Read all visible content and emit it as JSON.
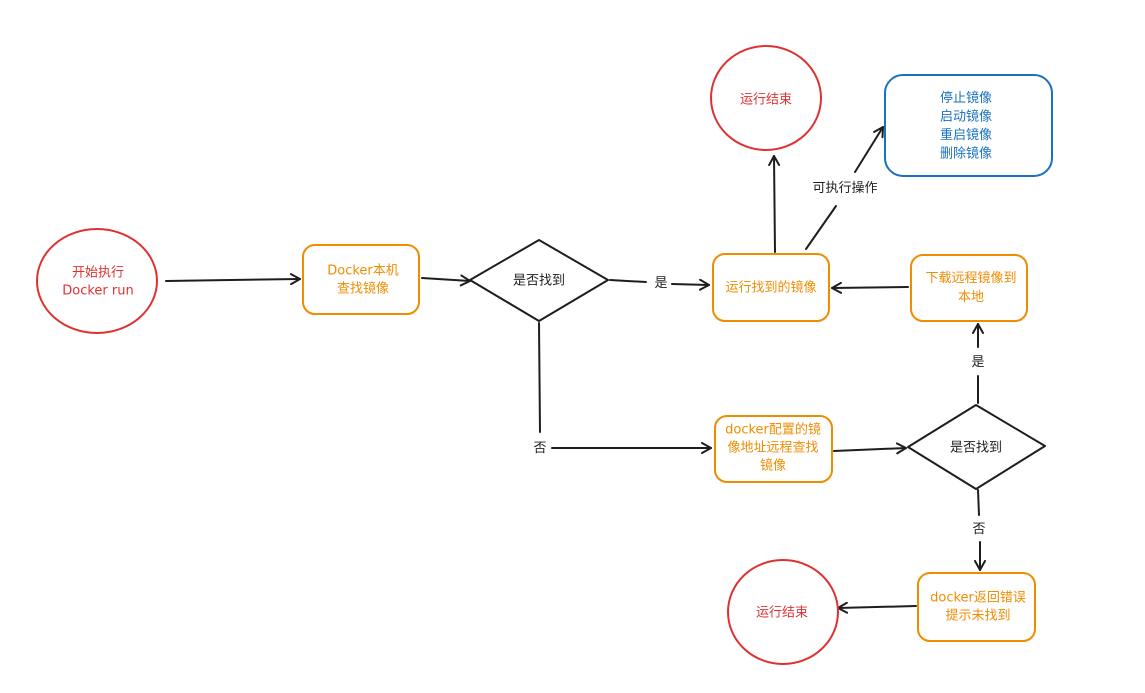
{
  "colors": {
    "red": "#e03131",
    "orange": "#f08c00",
    "blue": "#1971c2",
    "black": "#1e1e1e"
  },
  "nodes": {
    "start": {
      "lines": [
        "开始执行",
        "Docker run"
      ]
    },
    "local_search": {
      "lines": [
        "Docker本机",
        "查找镜像"
      ]
    },
    "found_decision_1": {
      "lines": [
        "是否找到"
      ]
    },
    "run_image": {
      "lines": [
        "运行找到的镜像"
      ]
    },
    "end_top": {
      "lines": [
        "运行结束"
      ]
    },
    "operations": {
      "lines": [
        "停止镜像",
        "启动镜像",
        "重启镜像",
        "删除镜像"
      ]
    },
    "download": {
      "lines": [
        "下载远程镜像到",
        "本地"
      ]
    },
    "remote_search": {
      "lines": [
        "docker配置的镜",
        "像地址远程查找",
        "镜像"
      ]
    },
    "found_decision_2": {
      "lines": [
        "是否找到"
      ]
    },
    "error": {
      "lines": [
        "docker返回错误",
        "提示未找到"
      ]
    },
    "end_bottom": {
      "lines": [
        "运行结束"
      ]
    }
  },
  "edge_labels": {
    "yes_1": "是",
    "no_1": "否",
    "operations_label": "可执行操作",
    "yes_2": "是",
    "no_2": "否"
  }
}
